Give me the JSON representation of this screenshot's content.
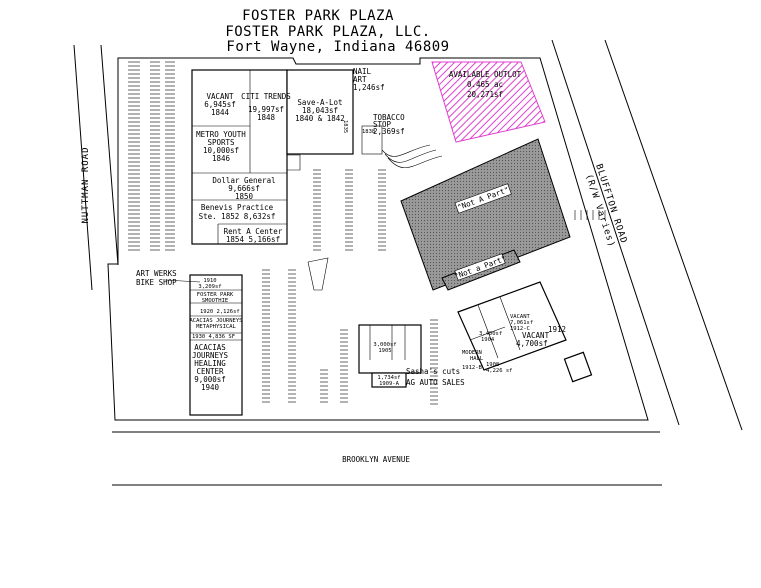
{
  "header": {
    "line1": "FOSTER PARK PLAZA",
    "line2": "FOSTER PARK PLAZA, LLC.",
    "line3": "Fort Wayne, Indiana 46809"
  },
  "roads": {
    "west": "NUTTMAN ROAD",
    "east": "BLUFFTON ROAD",
    "east_note": "(R/W Varies)",
    "south": "BROOKLYN AVENUE"
  },
  "outlot": {
    "title": "AVAILABLE OUTLOT",
    "acres": "0.465 ac",
    "sf": "20,271sf",
    "color": "#e040d0"
  },
  "not_a_part": {
    "large": "\"Not A Part\"",
    "small": "\"Not a Part\""
  },
  "tenants": {
    "vacant_1844": {
      "name": "VACANT",
      "sf": "6,945sf",
      "unit": "1844"
    },
    "citi_trends": {
      "name": "CITI TRENDS",
      "sf": "19,997sf",
      "unit": "1848"
    },
    "save_a_lot": {
      "name": "Save-A-Lot",
      "sf": "18,043sf",
      "unit": "1840 & 1842"
    },
    "nail_art": {
      "name1": "NAIL",
      "name2": "ART",
      "sf": "1,246sf"
    },
    "tobacco": {
      "name1": "TOBACCO",
      "name2": "STOP",
      "sf": "2,369sf",
      "unit": "1838",
      "unit2": "1835"
    },
    "metro_youth": {
      "name1": "METRO YOUTH",
      "name2": "SPORTS",
      "sf": "10,000sf",
      "unit": "1846"
    },
    "dollar_general": {
      "name": "Dollar General",
      "sf": "9,666sf",
      "unit": "1850"
    },
    "benevis": {
      "name": "Benevis Practice",
      "unit_sf": "Ste. 1852  8,632sf"
    },
    "rent_a_center": {
      "name": "Rent A Center",
      "unit_sf": "1854  5,166sf"
    },
    "art_werks": {
      "name1": "ART WERKS",
      "name2": "BIKE SHOP"
    },
    "unit_1910": {
      "unit": "1910",
      "sf": "3,209sf"
    },
    "foster_park_smoothie": {
      "name1": "FOSTER PARK",
      "name2": "SMOOTHIE"
    },
    "unit_1920": {
      "text": "1920  2,126sf"
    },
    "acacias_meta": {
      "name1": "ACACIAS JOURNEYS",
      "name2": "METAPHYSICAL"
    },
    "unit_1930": {
      "text": "1930    4,836 SF"
    },
    "acacias_healing": {
      "name1": "ACACIAS",
      "name2": "JOURNEYS",
      "name3": "HEALING",
      "name4": "CENTER",
      "sf": "9,000sf",
      "unit": "1940"
    },
    "sashas": {
      "name": "Sasha's cuts"
    },
    "ag_auto": {
      "name": "AG AUTO SALES",
      "sf": "1,734sf",
      "unit": "1909-A"
    },
    "unit_1905": {
      "sf": "3,000sf",
      "unit": "1905"
    },
    "vacant_1912c": {
      "name": "VACANT",
      "sf": "7,061sf",
      "unit": "1912-C"
    },
    "vacant_1912": {
      "name": "VACANT",
      "sf": "4,700sf",
      "unit": "1912"
    },
    "unit_1904": {
      "sf": "3,400sf",
      "unit": "1904"
    },
    "modern_hall": {
      "name1": "MODERN",
      "name2": "HALL",
      "unit": "1912-B"
    },
    "unit_1912_label": {
      "text": "1912"
    },
    "small_units": {
      "a": "1908",
      "b": "4,226 sf"
    }
  }
}
